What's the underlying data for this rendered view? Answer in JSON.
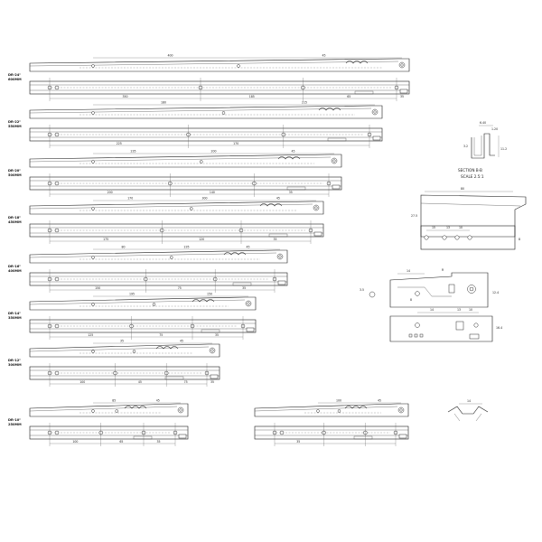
{
  "rails": [
    {
      "label": "DR-24\"",
      "size": "600MM",
      "top_dims": [
        "400",
        "45"
      ],
      "bottom_dims": [
        "350",
        "185",
        "65",
        "35"
      ]
    },
    {
      "label": "DR-22\"",
      "size": "550MM",
      "top_dims": [
        "180",
        "215"
      ],
      "bottom_dims": [
        "225",
        "170"
      ]
    },
    {
      "label": "DR-20\"",
      "size": "500MM",
      "top_dims": [
        "235",
        "200",
        "45"
      ],
      "bottom_dims": [
        "200",
        "140",
        "35"
      ]
    },
    {
      "label": "DR-18\"",
      "size": "450MM",
      "top_dims": [
        "170",
        "300",
        "45"
      ],
      "bottom_dims": [
        "175",
        "120",
        "35"
      ]
    },
    {
      "label": "DR-16\"",
      "size": "400MM",
      "top_dims": [
        "80",
        "235",
        "45"
      ],
      "bottom_dims": [
        "150",
        "75",
        "35"
      ]
    },
    {
      "label": "DR-14\"",
      "size": "350MM",
      "top_dims": [
        "195",
        "150"
      ],
      "bottom_dims": [
        "125",
        "75",
        "35"
      ]
    },
    {
      "label": "DR-12\"",
      "size": "300MM",
      "top_dims": [
        "35",
        "45"
      ],
      "bottom_dims": [
        "100",
        "45",
        "75",
        "35"
      ]
    },
    {
      "label": "DR-10\"",
      "size": "250MM",
      "top_dims": [
        "85",
        "45"
      ],
      "bottom_dims": [
        "100",
        "65",
        "35"
      ]
    }
  ],
  "extra_rail": {
    "top_dims": [
      "100",
      "45"
    ],
    "bottom_dims": [
      "35"
    ]
  },
  "section": {
    "title": "SECTION  B-B",
    "scale": "SCALE  2.5:1",
    "dims": [
      "6.40",
      "1.20",
      "3.2",
      "11.2"
    ]
  },
  "detail_top": {
    "dims": [
      "80",
      "27.5",
      "15",
      "13",
      "10",
      "8"
    ]
  },
  "detail_mid": {
    "dims": [
      "14",
      "R",
      "12.4",
      "8",
      "3.5",
      "14",
      "13",
      "10",
      "16.4"
    ]
  },
  "detail_small": {
    "dims": [
      "14"
    ]
  },
  "colors": {
    "line": "#1a1a1a",
    "background": "#ffffff"
  }
}
